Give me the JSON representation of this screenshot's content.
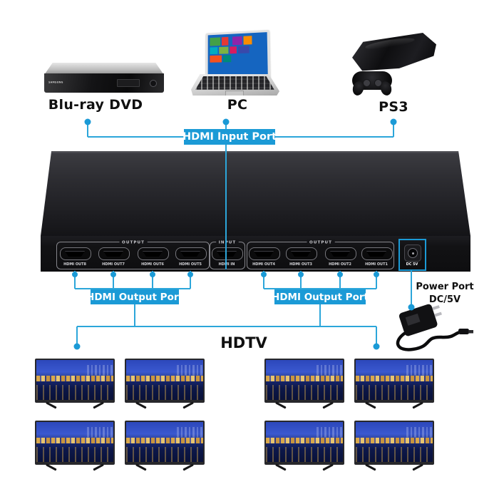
{
  "palette": {
    "wire_blue": "#2ca6da",
    "tag_blue": "#1b9ad6",
    "tag_text": "#ffffff"
  },
  "sources": [
    {
      "label": "Blu-ray DVD",
      "brand": "SAMSUNG"
    },
    {
      "label": "PC"
    },
    {
      "label": "PS3"
    }
  ],
  "input_port_tag": "HDMI Input Port",
  "device": {
    "groups": [
      {
        "label": "OUTPUT"
      },
      {
        "label": "INPUT"
      },
      {
        "label": "OUTPUT"
      }
    ],
    "ports": [
      {
        "label": "HDMI OUT8"
      },
      {
        "label": "HDMI OUT7"
      },
      {
        "label": "HDMI OUT6"
      },
      {
        "label": "HDMI OUT5"
      },
      {
        "label": "HDMI IN"
      },
      {
        "label": "HDMI OUT4"
      },
      {
        "label": "HDMI OUT3"
      },
      {
        "label": "HDMI OUT2"
      },
      {
        "label": "HDMI OUT1"
      }
    ],
    "power_port_label": "DC 5V"
  },
  "output_port_tags": [
    "HDMI Output Port",
    "HDMI Output Port"
  ],
  "power": {
    "line1": "Power Port",
    "line2": "DC/5V"
  },
  "hdtv_label": "HDTV",
  "tv_count": 8
}
